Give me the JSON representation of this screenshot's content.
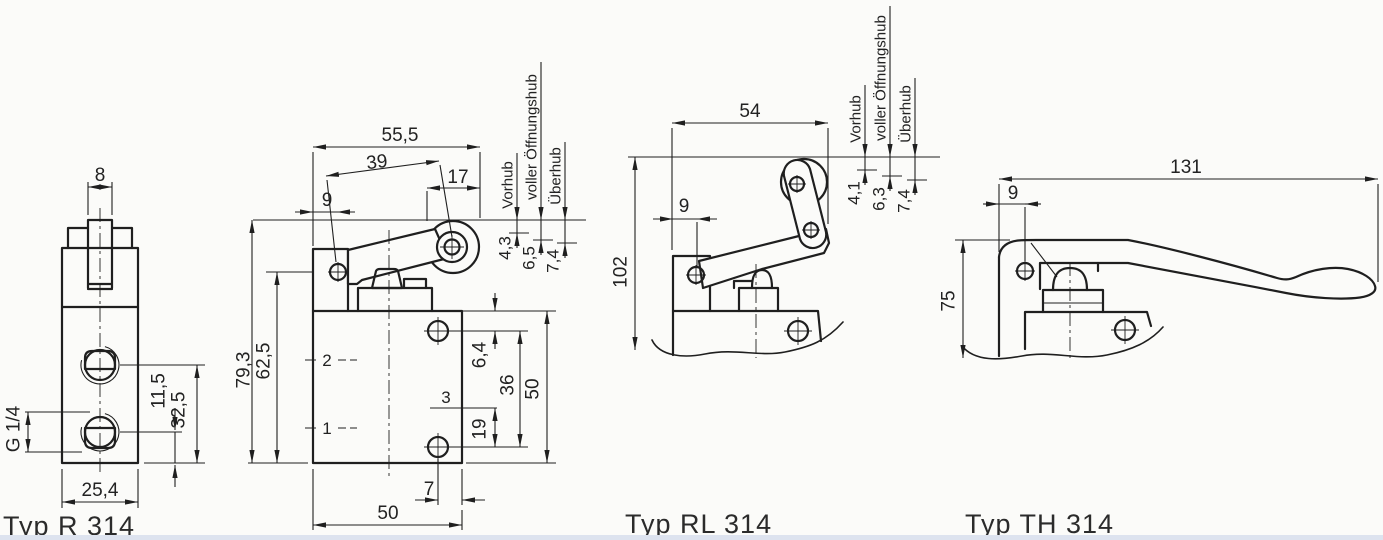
{
  "front_view": {
    "type_label": "Typ R 314",
    "plunger_width": "8",
    "thread_size": "G 1/4",
    "port_bottom_offset": "11,5",
    "port_top_offset": "32,5",
    "body_width": "25,4"
  },
  "roller_plunger_view": {
    "overall_width": "55,5",
    "lever_length": "39",
    "roller_diameter": "17",
    "pivot_offset": "9",
    "overall_height": "79,3",
    "pivot_height": "62,5",
    "port_2": "2",
    "port_1": "1",
    "port_3": "3",
    "hole_top_offset": "6,4",
    "hole_spacing": "36",
    "body_height": "50",
    "port3_height": "19",
    "hole_right_offset": "7",
    "body_width": "50",
    "stroke": {
      "vorhub_label": "Vorhub",
      "voller_label": "voller Öffnungshub",
      "ueberhub_label": "Überhub",
      "vorhub": "4,3",
      "voller": "6,5",
      "ueberhub": "7,4"
    }
  },
  "roller_lever_view": {
    "type_label": "Typ RL 314",
    "overall_width": "54",
    "overall_height": "102",
    "pivot_offset": "9",
    "stroke": {
      "vorhub_label": "Vorhub",
      "voller_label": "voller Öffnungshub",
      "ueberhub_label": "Überhub",
      "vorhub": "4,1",
      "voller": "6,3",
      "ueberhub": "7,4"
    }
  },
  "hand_lever_view": {
    "type_label": "Typ TH 314",
    "lever_length": "131",
    "pivot_offset": "9",
    "overall_height": "75"
  }
}
